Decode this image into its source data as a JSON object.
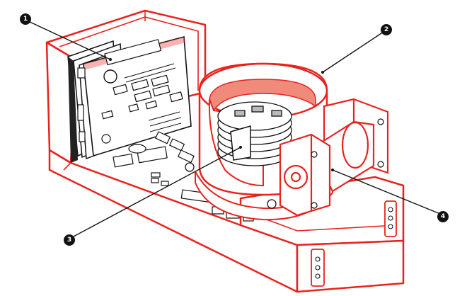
{
  "diagram": {
    "colors": {
      "outline": "#e8231f",
      "fill": "#ffffff",
      "ink": "#111111",
      "platter_shade": "#bbbbbb",
      "band": "#f08a7a"
    },
    "callouts": [
      {
        "id": "callout-1",
        "label": "1"
      },
      {
        "id": "callout-2",
        "label": "2"
      },
      {
        "id": "callout-3",
        "label": "3"
      },
      {
        "id": "callout-4",
        "label": "4"
      }
    ]
  }
}
